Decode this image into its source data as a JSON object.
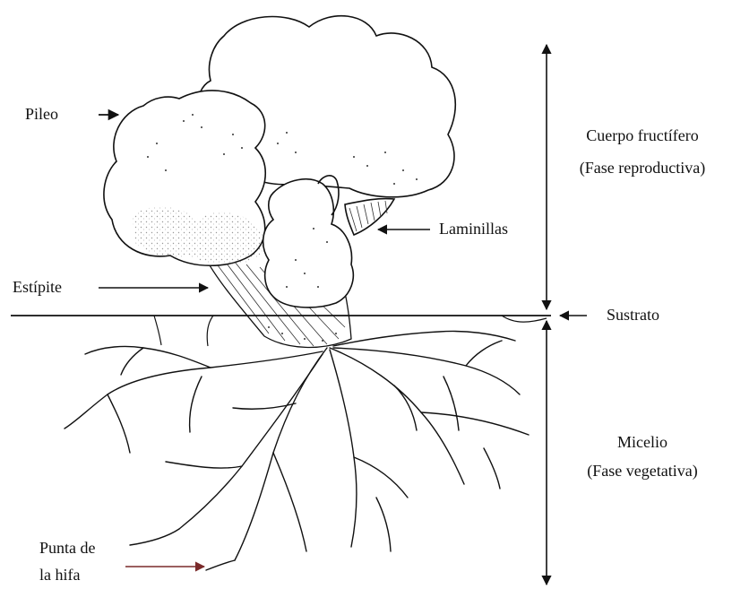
{
  "labels": {
    "pileo": "Pileo",
    "laminillas": "Laminillas",
    "estipite": "Estípite",
    "sustrato": "Sustrato",
    "punta_line1": "Punta de",
    "punta_line2": "la hifa"
  },
  "phases": {
    "fruiting_title": "Cuerpo fructífero",
    "fruiting_sub": "(Fase reproductiva)",
    "mycelium_title": "Micelio",
    "mycelium_sub": "(Fase vegetativa)"
  },
  "colors": {
    "ink": "#111111",
    "arrow_punta": "#7a2a2a",
    "background": "#ffffff"
  }
}
